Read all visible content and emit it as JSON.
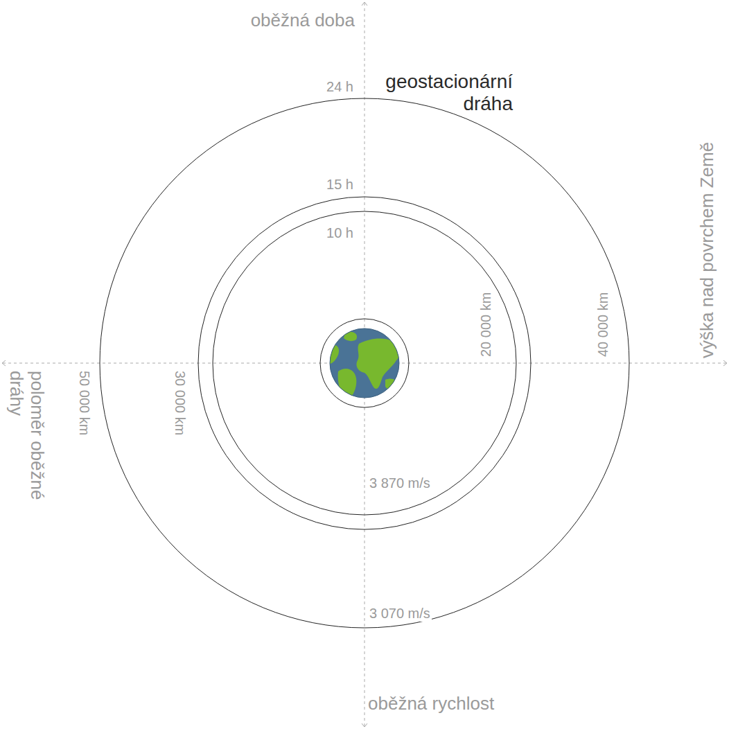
{
  "diagram": {
    "labels": [
      "oběžná doba",
      "24 h",
      "geostacionární dráha",
      "15 h",
      "10 h",
      "20 000 km",
      "40 000 km",
      "výška nad povrchem Země",
      "poloměr oběžné dráhy",
      "50 000 km",
      "30 000 km",
      "3 870 m/s",
      "3 070 m/s",
      "oběžná rychlost"
    ]
  }
}
